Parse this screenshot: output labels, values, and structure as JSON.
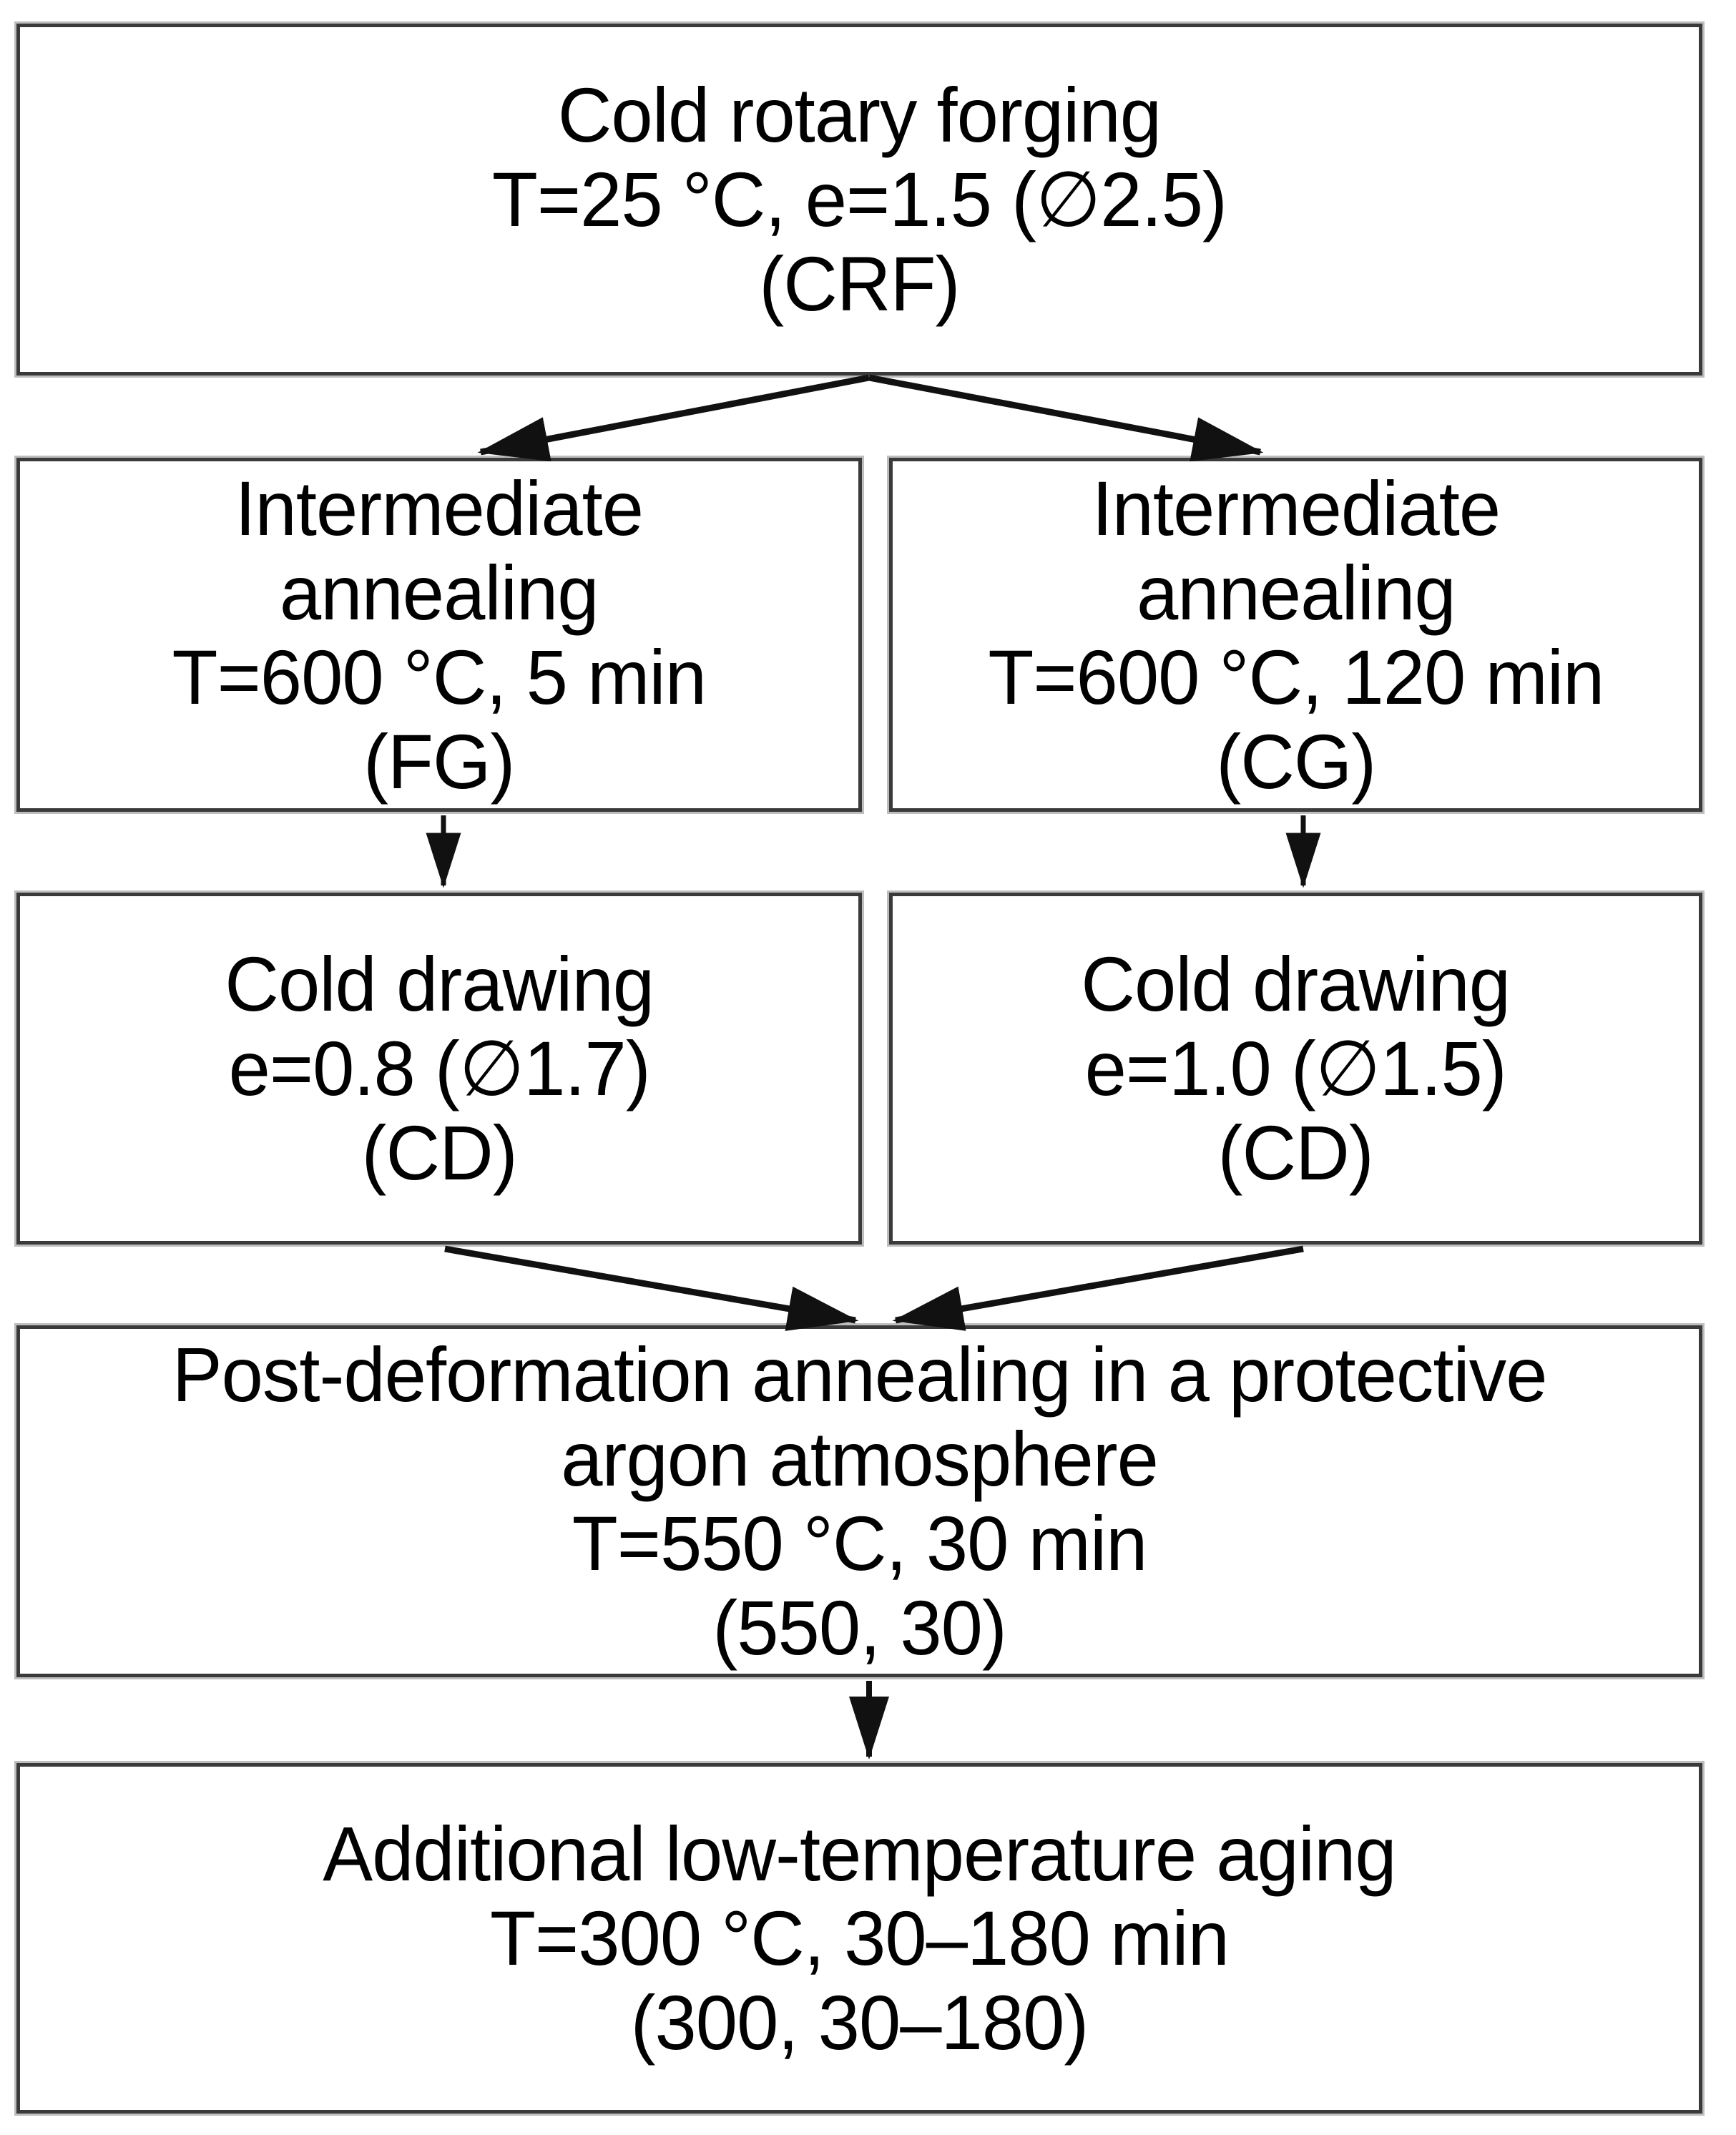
{
  "flowchart": {
    "title": "Thermomechanical processing route flowchart",
    "colors": {
      "background": "#ffffff",
      "box_border": "#3a3a3a",
      "box_border_halo": "#bdbdbd",
      "text": "#000000",
      "arrow": "#111111"
    },
    "boxes": {
      "crf": {
        "lines": [
          "Cold rotary forging",
          "T=25 °C, e=1.5 (∅2.5)",
          "(CRF)"
        ]
      },
      "fg": {
        "lines": [
          "Intermediate",
          "annealing",
          "T=600 °C, 5 min",
          "(FG)"
        ]
      },
      "cg": {
        "lines": [
          "Intermediate",
          "annealing",
          "T=600 °C, 120 min",
          "(CG)"
        ]
      },
      "cd_left": {
        "lines": [
          "Cold drawing",
          "e=0.8 (∅1.7)",
          "(CD)"
        ]
      },
      "cd_right": {
        "lines": [
          "Cold drawing",
          "e=1.0 (∅1.5)",
          "(CD)"
        ]
      },
      "pda": {
        "lines": [
          "Post-deformation annealing in a protective",
          "argon atmosphere",
          "T=550 °C, 30 min",
          "(550, 30)"
        ]
      },
      "aging": {
        "lines": [
          "Additional low-temperature aging",
          "T=300 °C, 30–180 min",
          "(300, 30–180)"
        ]
      }
    }
  }
}
